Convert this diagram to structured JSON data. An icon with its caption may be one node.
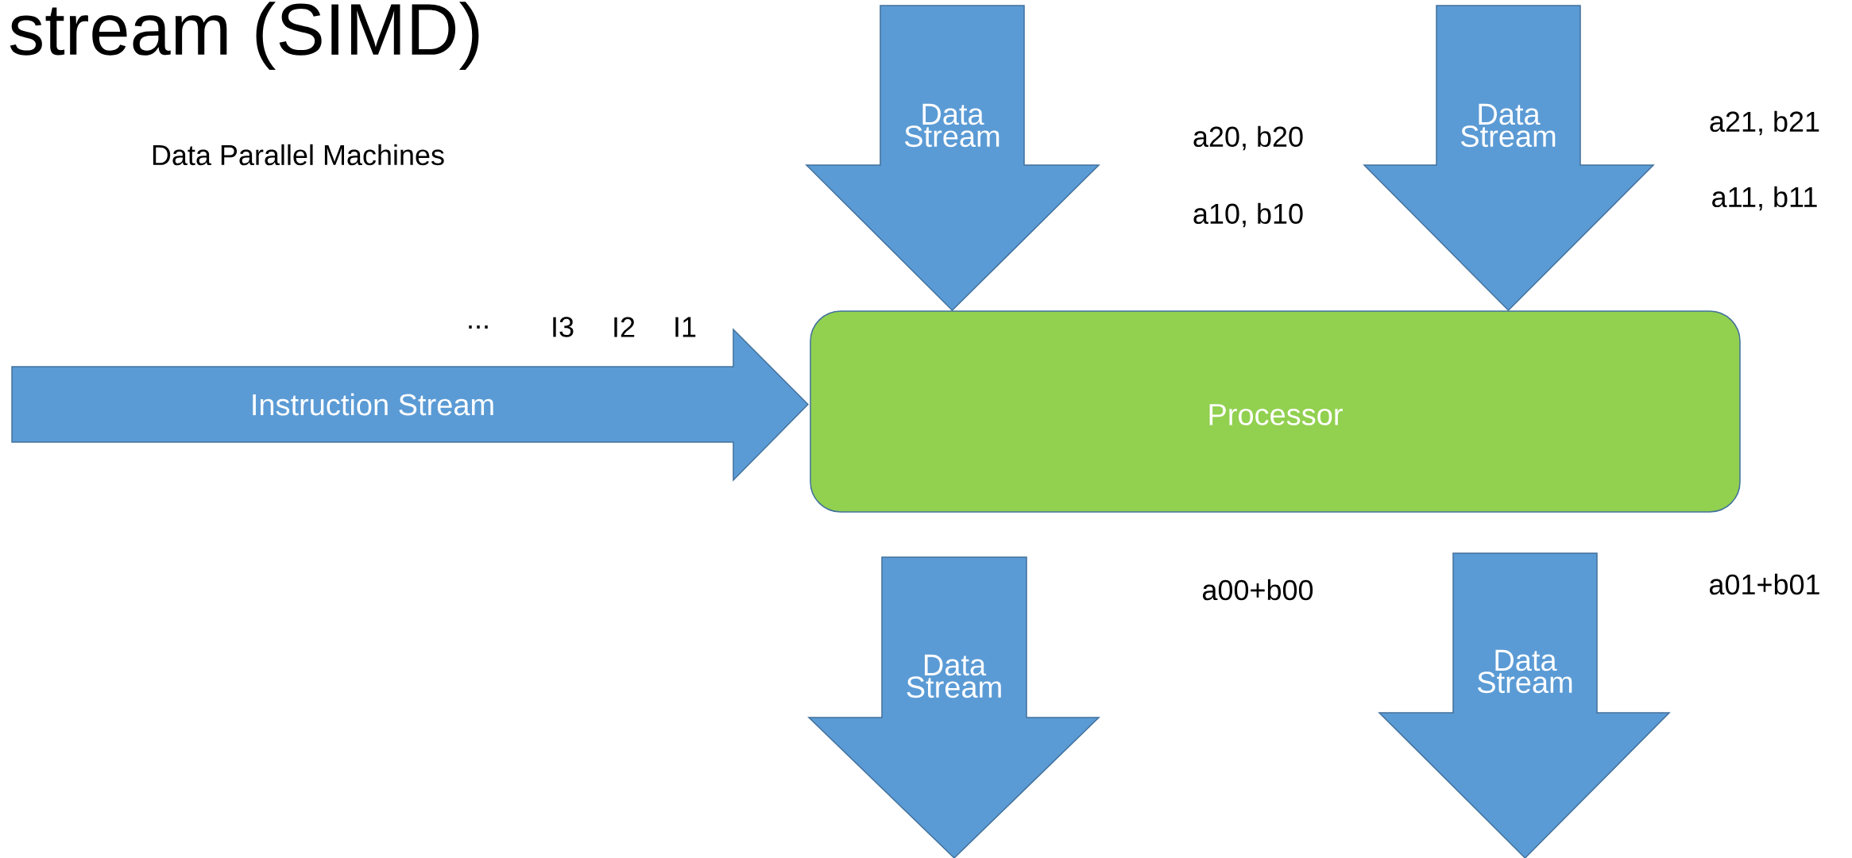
{
  "diagram": {
    "title": "stream (SIMD)",
    "nodes": [
      {
        "text": [
          "Data Stream"
        ]
      },
      {
        "text": [
          "Data Stream"
        ]
      },
      {
        "text": [
          "Instruction Stream"
        ]
      },
      {
        "text": [
          "Processor"
        ]
      },
      {
        "text": [
          "Data Stream"
        ]
      },
      {
        "text": [
          "Data Stream"
        ]
      }
    ],
    "labels": [
      "Data Parallel Machines",
      "a20, b20",
      "a21, b21",
      "a10, b10",
      "a11, b11",
      "...",
      "I3",
      "I2",
      "I1",
      "a00+b00",
      "a01+b01"
    ]
  }
}
